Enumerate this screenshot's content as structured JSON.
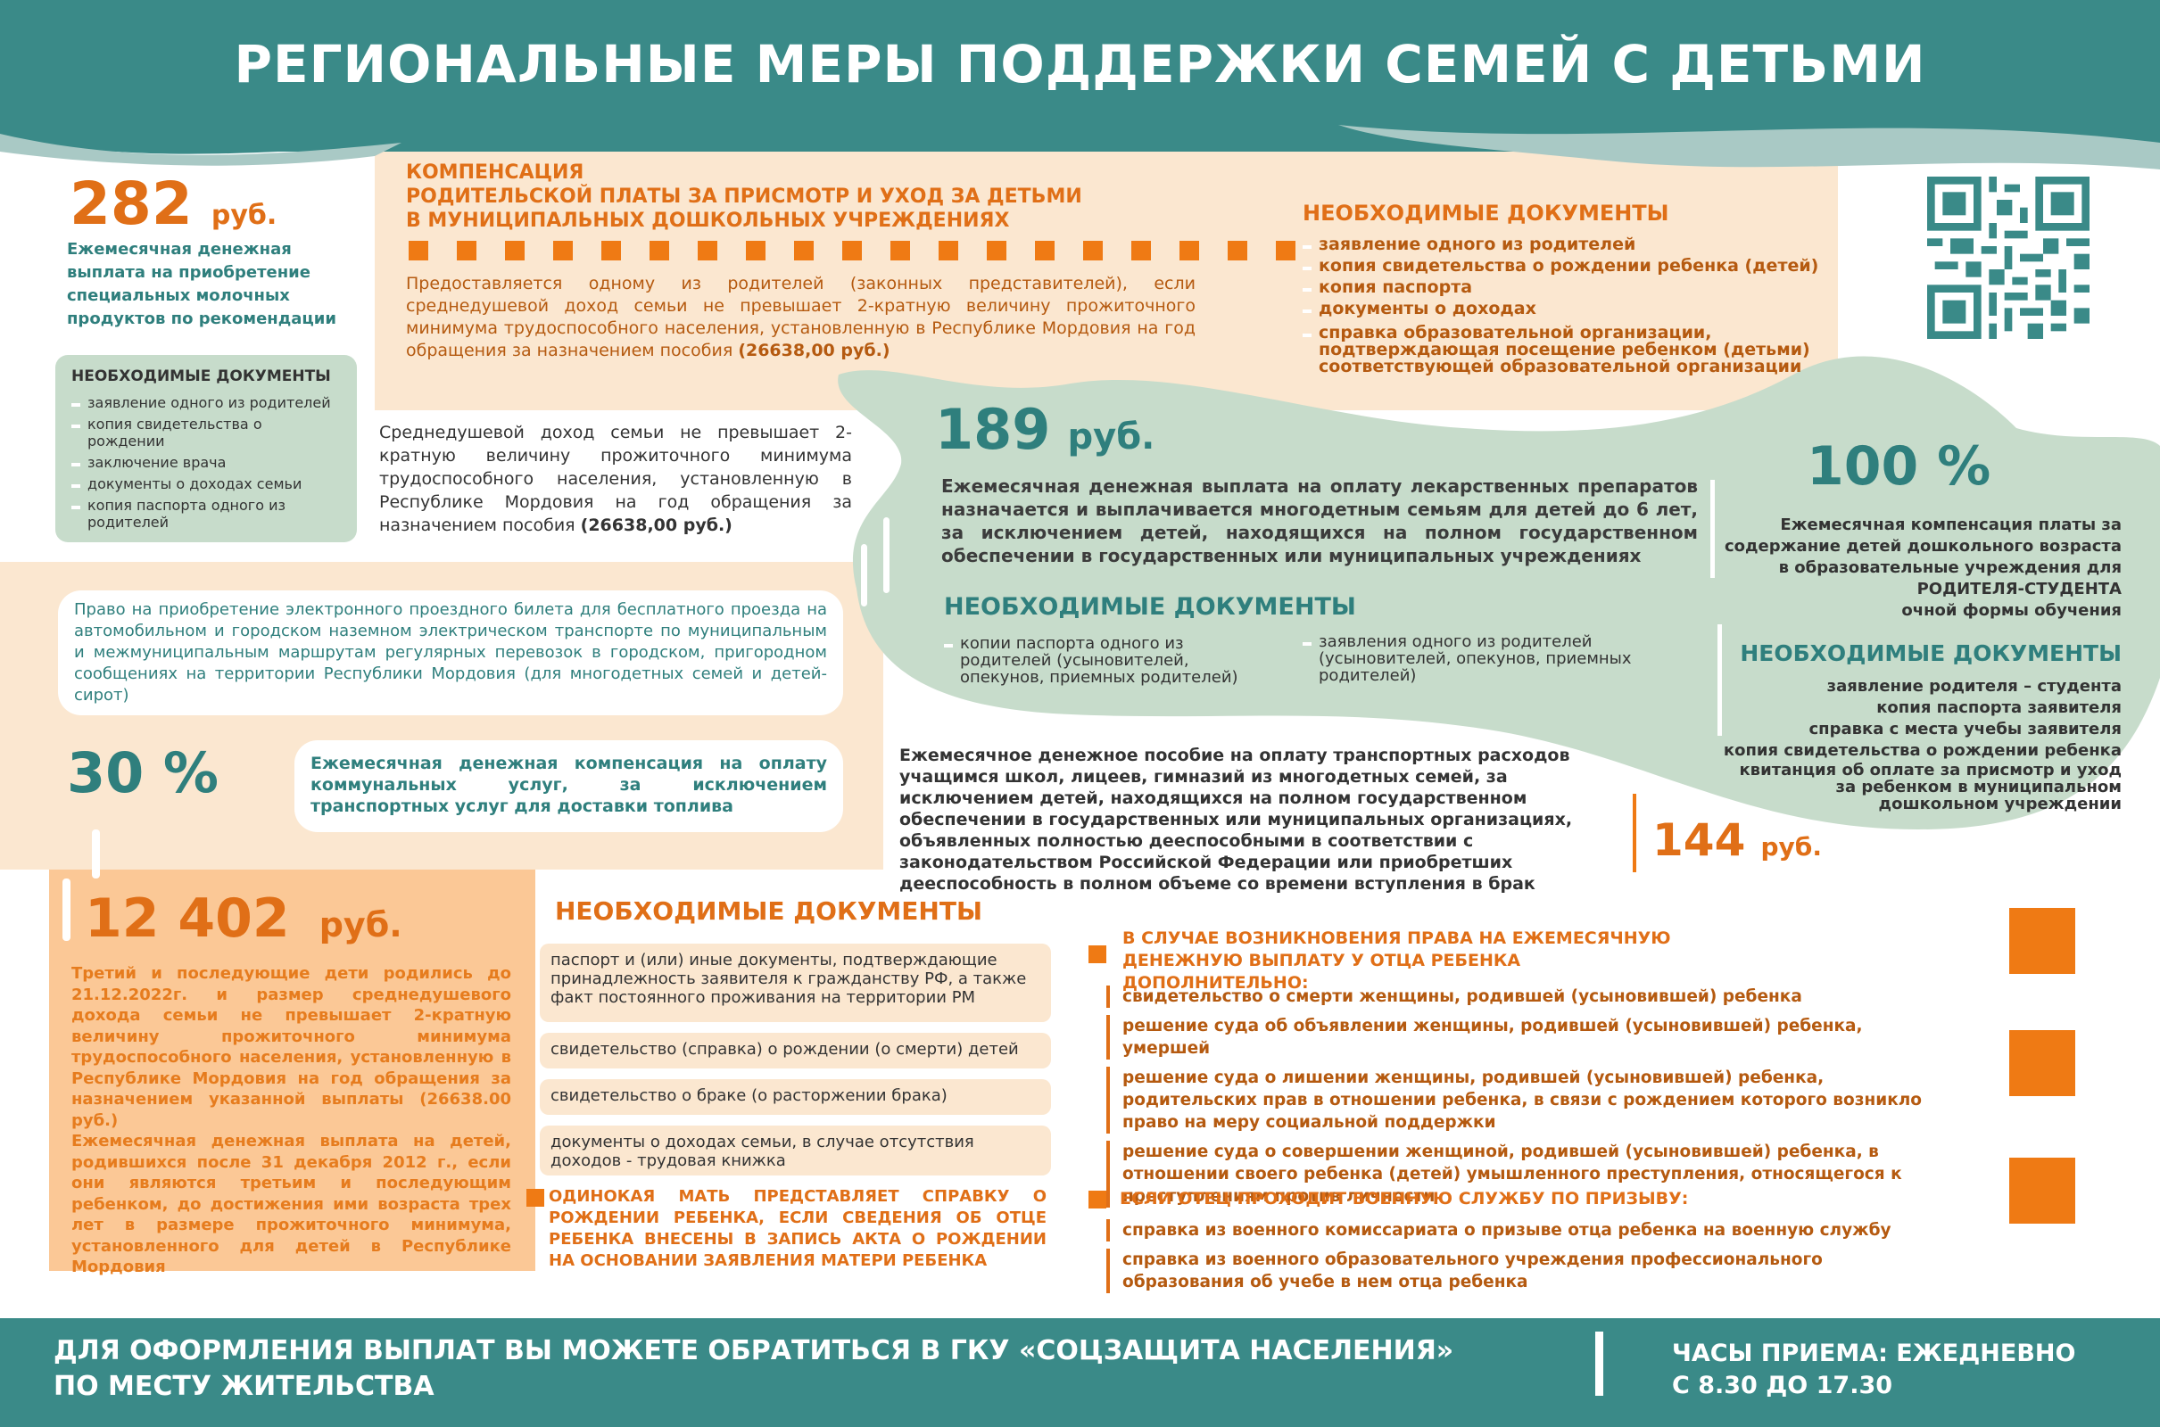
{
  "colors": {
    "teal": "#3a8a88",
    "orange": "#ef7a14",
    "peach": "#fbe7d0",
    "sage": "#c7dccb"
  },
  "title": "РЕГИОНАЛЬНЫЕ МЕРЫ ПОДДЕРЖКИ СЕМЕЙ С ДЕТЬМИ",
  "milk": {
    "amount": "282",
    "unit": "руб.",
    "description": "Ежемесячная денежная выплата на приобретение специальных молочных продуктов по рекомендации",
    "docs_title": "НЕОБХОДИМЫЕ ДОКУМЕНТЫ",
    "docs": [
      "заявление одного из родителей",
      "копия свидетельства о рождении",
      "заключение врача",
      "документы о доходах семьи",
      "копия паспорта одного из родителей"
    ],
    "income_note": "Среднедушевой доход семьи не превышает 2-кратную величину прожиточного минимума трудоспособного населения, установленную в Республике Мордовия на год обращения за назначением пособия",
    "income_amount": "(26638,00 руб.)"
  },
  "compensation": {
    "title_1": "КОМПЕНСАЦИЯ",
    "title_2": "РОДИТЕЛЬСКОЙ ПЛАТЫ ЗА ПРИСМОТР И УХОД ЗА ДЕТЬМИ",
    "title_3": "В МУНИЦИПАЛЬНЫХ ДОШКОЛЬНЫХ УЧРЕЖДЕНИЯХ",
    "description": "Предоставляется одному из родителей (законных представителей), если среднедушевой доход семьи не превышает 2-кратную величину прожиточного минимума трудоспособного населения, установленную в Республике Мордовия на год обращения за назначением пособия",
    "amount": "(26638,00 руб.)",
    "docs_title": "НЕОБХОДИМЫЕ ДОКУМЕНТЫ",
    "docs": [
      "заявление одного из родителей",
      "копия свидетельства о рождении ребенка (детей)",
      "копия паспорта",
      "документы о доходах",
      "справка образовательной организации, подтверждающая посещение ребенком (детьми) соответствующей образовательной организации"
    ]
  },
  "medicine": {
    "amount": "189",
    "unit": "руб.",
    "description": "Ежемесячная денежная выплата на оплату лекарственных препаратов назначается и выплачивается многодетным семьям для детей до 6 лет, за исключением детей, находящихся на полном государственном обеспечении в государственных или муниципальных учреждениях",
    "docs_title": "НЕОБХОДИМЫЕ  ДОКУМЕНТЫ",
    "doc_1": "копии паспорта одного из родителей (усыновителей, опекунов, приемных родителей)",
    "doc_2": "заявления одного из родителей (усыновителей, опекунов, приемных родителей)"
  },
  "student": {
    "amount": "100 %",
    "description_1": "Ежемесячная компенсация платы за содержание детей дошкольного возраста в образовательные учреждения для",
    "description_bold": "РОДИТЕЛЯ-СТУДЕНТА",
    "description_2": "очной формы обучения",
    "docs_title": "НЕОБХОДИМЫЕ ДОКУМЕНТЫ",
    "docs": [
      "заявление родителя – студента",
      "копия паспорта заявителя",
      "справка с места учебы заявителя",
      "копия свидетельства о рождении ребенка",
      "квитанция об оплате за присмотр и уход за ребенком в муниципальном дошкольном учреждении"
    ]
  },
  "transport_ticket": "Право на приобретение электронного проездного билета для бесплатного проезда на автомобильном и городском наземном электрическом транспорте по муниципальным и межмуниципальным маршрутам регулярных перевозок в городском, пригородном сообщениях на территории Республики Мордовия (для многодетных семей и детей-сирот)",
  "utilities": {
    "amount": "30 %",
    "description": "Ежемесячная денежная компенсация на оплату коммунальных услуг, за исключением транспортных услуг для доставки топлива"
  },
  "transport_benefit": {
    "description": "Ежемесячное денежное пособие на оплату транспортных расходов учащимся школ, лицеев, гимназий из многодетных семей, за исключением детей, находящихся на полном государственном обеспечении в государственных или муниципальных организациях, объявленных полностью дееспособными в соответствии с законодательством Российской Федерации или приобретших дееспособность в полном объеме со времени вступления в брак",
    "amount": "144",
    "unit": "руб."
  },
  "third_child": {
    "amount": "12 402",
    "unit": "руб.",
    "description_1": "Третий и последующие дети родились до 21.12.2022г. и размер среднедушевого дохода семьи не превышает 2-кратную величину прожиточного минимума трудоспособного населения, установленную в Республике Мордовия на год обращения за назначением указанной выплаты (26638.00 руб.)",
    "description_2": "Ежемесячная денежная выплата на детей, родившихся после 31 декабря 2012 г., если они являются третьим и последующим ребенком, до достижения ими возраста трех лет в размере прожиточного минимума, установленного для детей в Республике Мордовия",
    "docs_title": "НЕОБХОДИМЫЕ  ДОКУМЕНТЫ",
    "docs": [
      "паспорт и (или) иные документы, подтверждающие принадлежность заявителя к гражданству РФ, а также факт постоянного проживания на территории РМ",
      "свидетельство (справка) о рождении (о смерти) детей",
      "свидетельство о браке (о расторжении брака)",
      "документы о доходах семьи, в случае отсутствия доходов - трудовая книжка"
    ],
    "single_mother": "ОДИНОКАЯ МАТЬ ПРЕДСТАВЛЯЕТ СПРАВКУ О РОЖДЕНИИ РЕБЕНКА, ЕСЛИ СВЕДЕНИЯ ОБ ОТЦЕ РЕБЕНКА ВНЕСЕНЫ В ЗАПИСЬ АКТА О РОЖДЕНИИ НА ОСНОВАНИИ ЗАЯВЛЕНИЯ МАТЕРИ РЕБЕНКА"
  },
  "father": {
    "title": "В СЛУЧАЕ ВОЗНИКНОВЕНИЯ ПРАВА НА ЕЖЕМЕСЯЧНУЮ ДЕНЕЖНУЮ ВЫПЛАТУ У ОТЦА РЕБЕНКА ДОПОЛНИТЕЛЬНО:",
    "docs": [
      "свидетельство о смерти женщины, родившей (усыновившей) ребенка",
      "решение суда об объявлении женщины, родившей (усыновившей) ребенка, умершей",
      "решение суда о лишении женщины, родившей (усыновившей) ребенка, родительских прав в отношении ребенка, в связи с рождением которого возникло право на меру социальной поддержки",
      "решение суда о совершении женщиной, родившей (усыновившей) ребенка, в отношении своего ребенка (детей) умышленного преступления, относящегося к преступлениям против личности"
    ],
    "military_title": "ЕСЛИ ОТЕЦ ПРОХОДИТ ВОЕННУЮ СЛУЖБУ ПО ПРИЗЫВУ:",
    "military_docs": [
      "справка из военного комиссариата о призыве отца ребенка на военную службу",
      "справка из военного образовательного учреждения профессионального образования об учебе в нем отца ребенка"
    ]
  },
  "footer": {
    "line_1": "ДЛЯ ОФОРМЛЕНИЯ ВЫПЛАТ ВЫ МОЖЕТЕ ОБРАТИТЬСЯ В ГКУ «СОЦЗАЩИТА НАСЕЛЕНИЯ»",
    "line_2": "ПО МЕСТУ ЖИТЕЛЬСТВА",
    "hours_1": "ЧАСЫ ПРИЕМА: ЕЖЕДНЕВНО",
    "hours_2": "С 8.30 ДО 17.30"
  }
}
